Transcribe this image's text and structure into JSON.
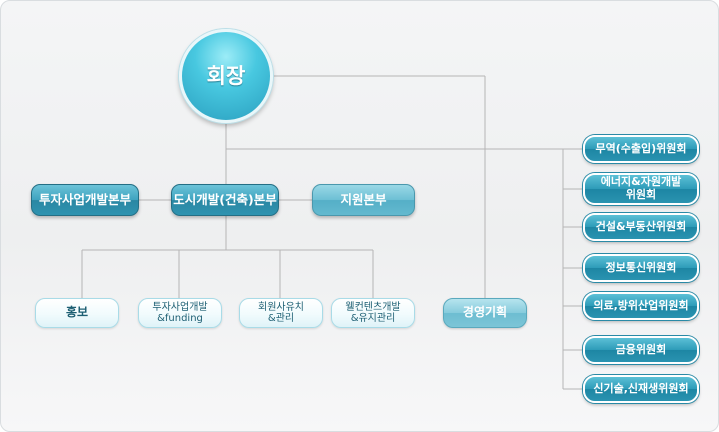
{
  "ceo": {
    "label": "회장"
  },
  "headquarters": {
    "investment": "투자사업개발본부",
    "urban": "도시개발(건축)본부",
    "support": "지원본부"
  },
  "teams": {
    "pr": "홍보",
    "invest_funding": "투자사업개발\n&funding",
    "members": "회원사유치\n&관리",
    "wellness": "웰컨텐츠개발\n&유지관리",
    "planning": "경영기획"
  },
  "committees": [
    {
      "label": "무역(수출입)위원회"
    },
    {
      "label": "에너지&자원개발\n위원회"
    },
    {
      "label": "건설&부동산위원회"
    },
    {
      "label": "정보통신위원회"
    },
    {
      "label": "의료,방위산업위원회"
    },
    {
      "label": "금융위원회"
    },
    {
      "label": "신기술,신재생위원회"
    }
  ],
  "colors": {
    "connector": "#b5b5b5",
    "accent": "#2d9bb8",
    "team_text": "#1d5f73"
  }
}
